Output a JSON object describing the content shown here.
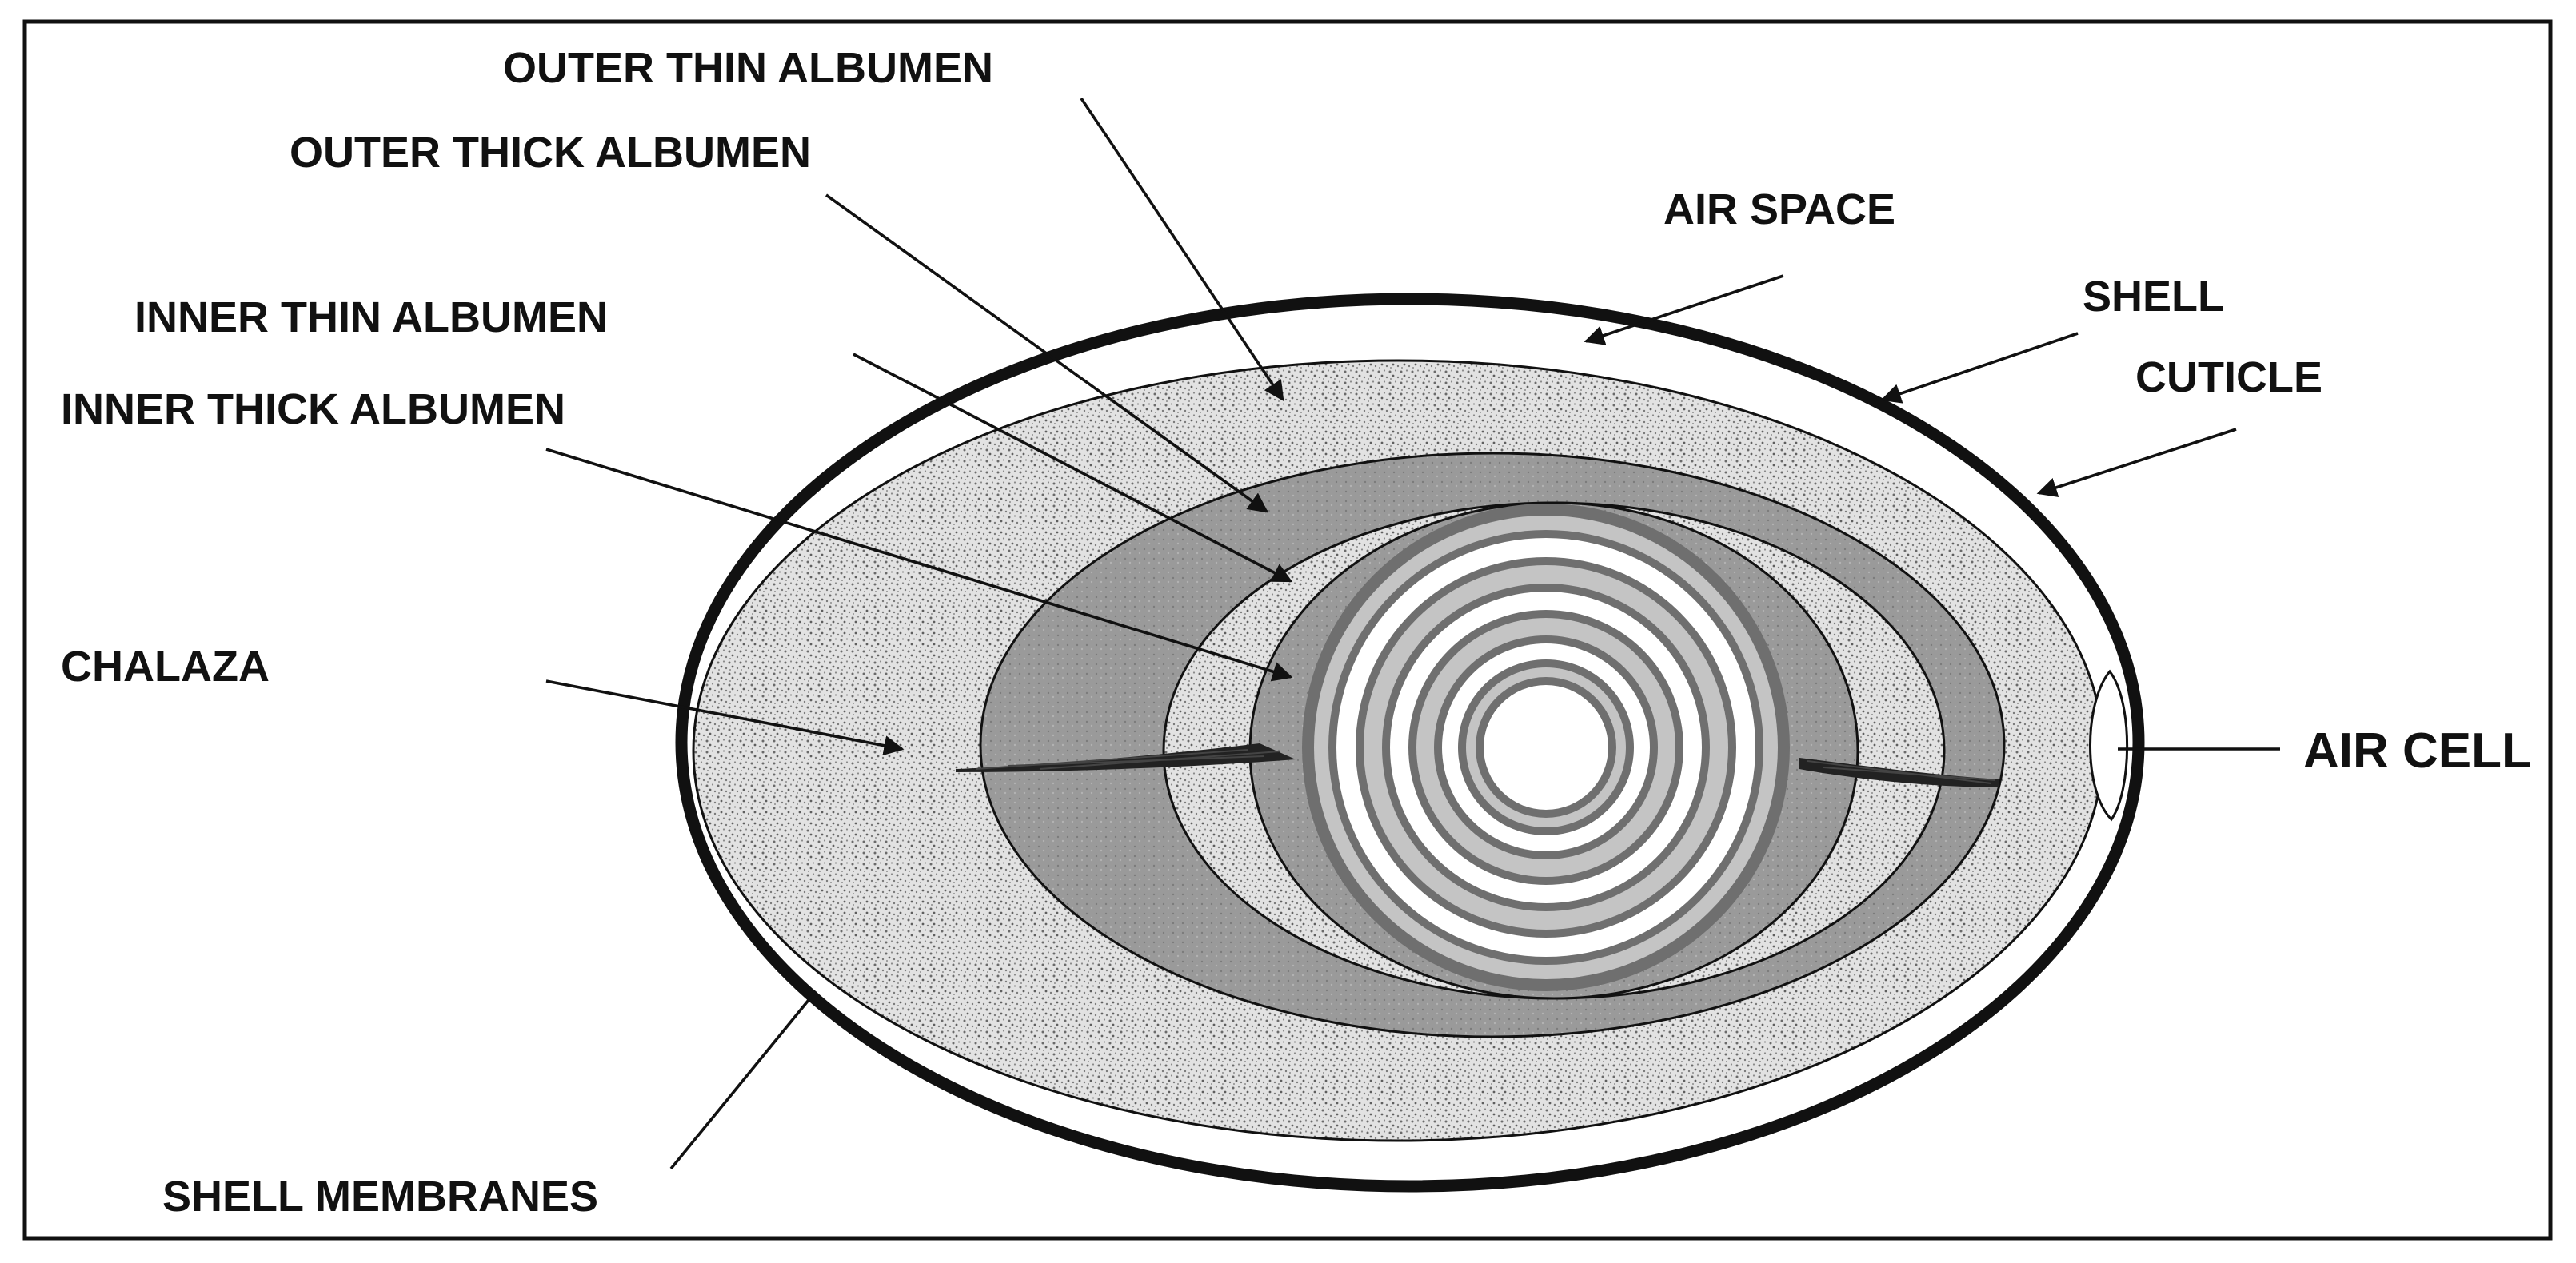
{
  "labels": {
    "outer_thin_albumen": "OUTER THIN ALBUMEN",
    "outer_thick_albumen": "OUTER THICK ALBUMEN",
    "inner_thin_albumen": "INNER THIN ALBUMEN",
    "inner_thick_albumen": "INNER THICK ALBUMEN",
    "chalaza": "CHALAZA",
    "air_space": "AIR SPACE",
    "shell": "SHELL",
    "cuticle": "CUTICLE",
    "air_cell": "AIR CELL",
    "shell_membranes": "SHELL MEMBRANES"
  },
  "colors": {
    "ink": "#111111",
    "thin_albumen_fill": "#dcdcdc",
    "thick_albumen_fill": "#9a9a9a",
    "yolk_dark_ring": "#6f6f6f",
    "yolk_light_ring": "#c4c4c4",
    "yolk_center": "#ffffff",
    "background": "#ffffff"
  }
}
